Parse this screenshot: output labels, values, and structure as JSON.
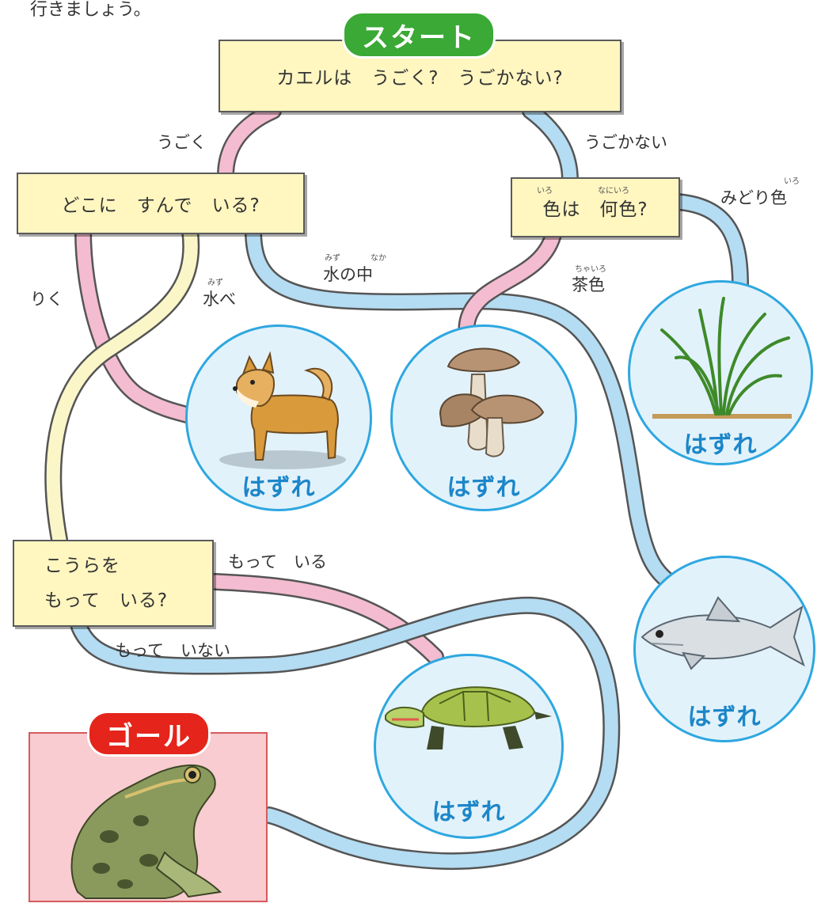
{
  "top_text": "行きましょう。",
  "start_label": "スタート",
  "goal_label": "ゴール",
  "q1": "カエルは　うごく?　うごかない?",
  "q2": "どこに　すんで　いる?",
  "q3": "色は　何色?",
  "q3_ruby1": "いろ",
  "q3_ruby2": "なにいろ",
  "q4_line1": "こうらを",
  "q4_line2": "もって　いる?",
  "branch_ugoku": "うごく",
  "branch_ugokanai": "うごかない",
  "branch_riku": "りく",
  "branch_mizube": "水べ",
  "branch_mizube_ruby": "みず",
  "branch_mizunonaka": "水の中",
  "branch_mizunonaka_ruby1": "みず",
  "branch_mizunonaka_ruby2": "なか",
  "branch_chairo": "茶色",
  "branch_chairo_ruby": "ちゃいろ",
  "branch_midori": "みどり色",
  "branch_midori_ruby": "いろ",
  "branch_motteiru": "もって　いる",
  "branch_motteinai": "もって　いない",
  "hazure_dog": "はずれ",
  "hazure_mushroom": "はずれ",
  "hazure_grass": "はずれ",
  "hazure_fish": "はずれ",
  "hazure_turtle": "はずれ",
  "colors": {
    "path_pink": "#f4bcd0",
    "path_blue": "#b4dcf2",
    "path_yellow": "#fbf6c8",
    "start_green": "#3aa935",
    "goal_red": "#e5241b",
    "circle_border": "#2ea7e0",
    "hazure_blue": "#1c86c8"
  }
}
